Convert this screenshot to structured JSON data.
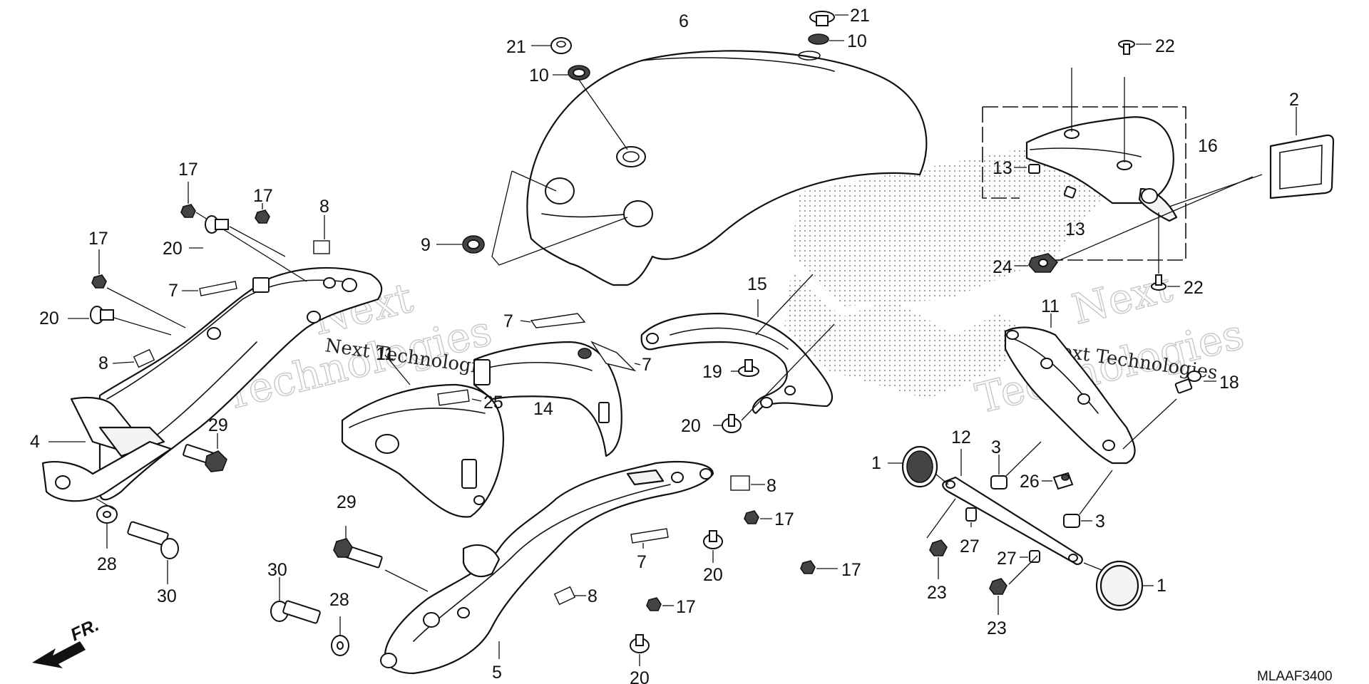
{
  "diagram": {
    "code": "MLAAF3400",
    "direction_label": "FR.",
    "watermark": {
      "brand_line1": "Next",
      "brand_line2": "Technologies",
      "strip": "Next Technologies"
    },
    "callouts": [
      "1",
      "2",
      "3",
      "4",
      "5",
      "6",
      "7",
      "8",
      "9",
      "10",
      "11",
      "12",
      "13",
      "14",
      "15",
      "16",
      "17",
      "18",
      "19",
      "20",
      "21",
      "22",
      "23",
      "24",
      "25",
      "26",
      "27",
      "28",
      "29",
      "30"
    ]
  },
  "colors": {
    "line": "#111111",
    "background": "#ffffff",
    "watermark": "#c8c8c8",
    "stipple": "#9a9a9a"
  }
}
